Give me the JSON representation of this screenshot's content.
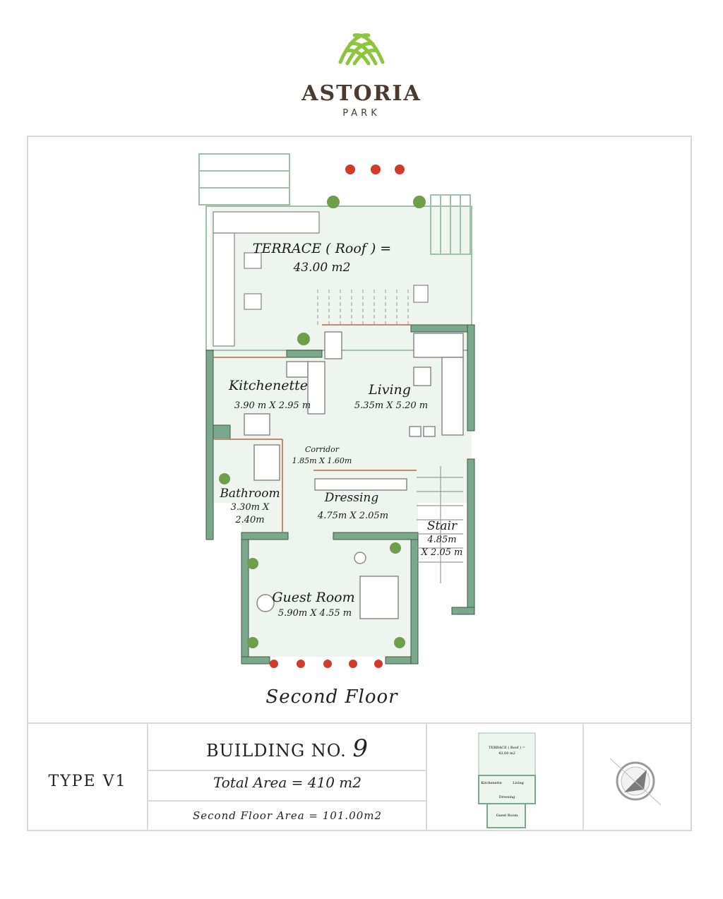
{
  "brand": {
    "name": "ASTORIA",
    "tagline": "PARK",
    "leaf_color": "#8cc63f",
    "text_color": "#4a3a30"
  },
  "plan": {
    "wall_color": "#7aa88c",
    "floor_color": "#eef5ee",
    "rooms": [
      {
        "name": "TERRACE ( Roof ) =",
        "dims": "43.00 m2"
      },
      {
        "name": "Kitchenette",
        "dims": "3.90 m X 2.95 m"
      },
      {
        "name": "Living",
        "dims": "5.35m X 5.20 m"
      },
      {
        "name": "Corridor",
        "dims": "1.85m X 1.60m"
      },
      {
        "name": "Bathroom",
        "dims": "3.30m X",
        "dims2": "2.40m"
      },
      {
        "name": "Dressing",
        "dims": "4.75m X 2.05m"
      },
      {
        "name": "Stair",
        "dims": "4.85m",
        "dims2": "X 2.05 m"
      },
      {
        "name": "Guest Room",
        "dims": "5.90m X 4.55 m"
      }
    ]
  },
  "caption": "Second Floor",
  "info": {
    "type": "TYPE V1",
    "building_label": "BUILDING NO.",
    "building_number": "9",
    "total_area": "Total Area = 410 m2",
    "floor_area": "Second Floor Area = 101.00m2"
  },
  "thumbnail": {
    "terrace": "TERRACE ( Roof ) =",
    "terrace_area": "43.00 m2",
    "kitchenette": "Kitchenette",
    "living": "Living",
    "dressing": "Dressing",
    "guest": "Guest Room"
  },
  "icons": {
    "logo": "astoria-leaf-logo",
    "compass": "north-arrow-icon"
  }
}
